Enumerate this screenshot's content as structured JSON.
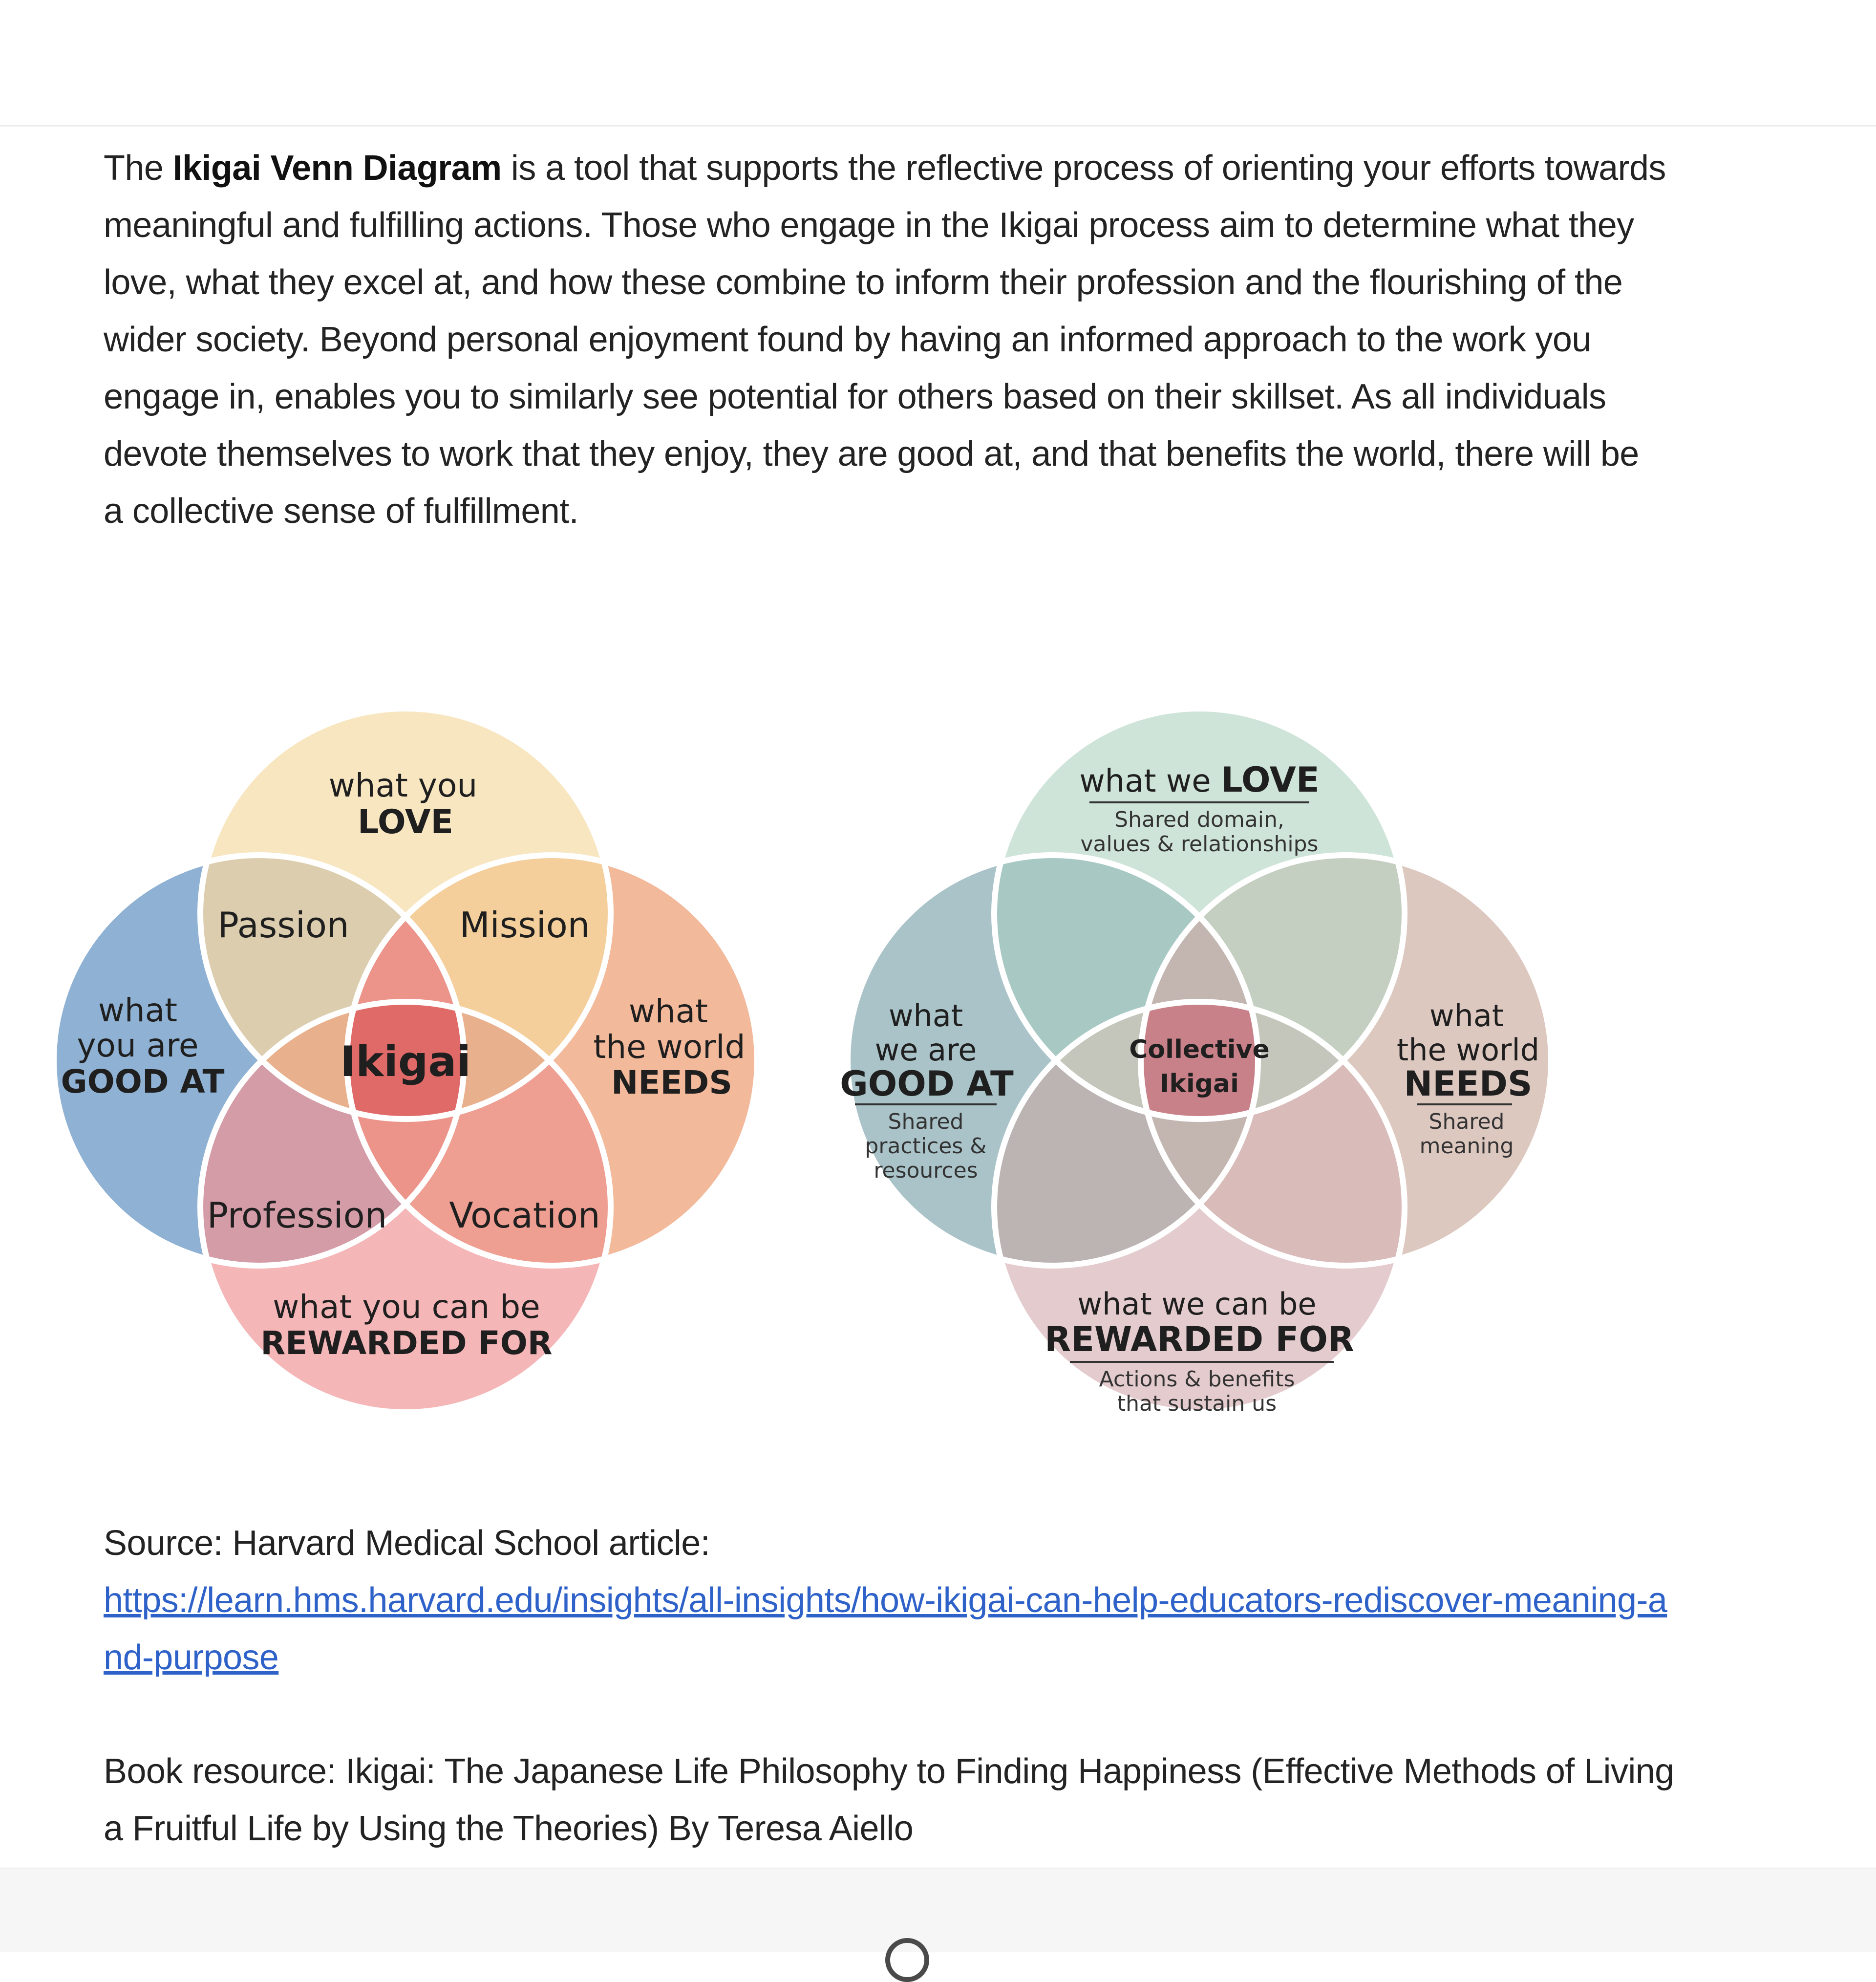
{
  "intro": {
    "lead": "The ",
    "term": "Ikigai Venn Diagram",
    "rest": " is a tool that supports the reflective process of orienting your efforts towards meaningful and fulfilling actions. Those who engage in the Ikigai process aim to determine what they love, what they excel at, and how these combine to inform their profession and the flourishing of the wider society. Beyond personal enjoyment found by having an informed approach to the work you engage in, enables you to similarly see potential for others based on their skillset. As all individuals devote themselves to work that they enjoy, they are good at, and that benefits the world, there will be a collective sense of fulfillment."
  },
  "diagram_left": {
    "top_a": "what you",
    "top_b": "LOVE",
    "left_a": "what",
    "left_b": "you are",
    "left_c": "GOOD AT",
    "right_a": "what",
    "right_b": "the world",
    "right_c": "NEEDS",
    "bottom_a": "what you can be",
    "bottom_b": "REWARDED FOR",
    "passion": "Passion",
    "mission": "Mission",
    "profession": "Profession",
    "vocation": "Vocation",
    "center": "Ikigai",
    "colors": {
      "love": "#f8e6c0",
      "good_at": "#8fb1d3",
      "needs": "#f2b99a",
      "rewarded": "#f5b6b8",
      "center": "#e06a68"
    }
  },
  "diagram_right": {
    "top_a": "what we ",
    "top_b": "LOVE",
    "top_sub_a": "Shared domain,",
    "top_sub_b": "values & relationships",
    "left_a": "what",
    "left_b": "we are",
    "left_c": "GOOD AT",
    "left_sub_a": "Shared",
    "left_sub_b": "practices &",
    "left_sub_c": "resources",
    "right_a": "what",
    "right_b": "the world",
    "right_c": "NEEDS",
    "right_sub_a": "Shared",
    "right_sub_b": "meaning",
    "bottom_a": "what we can be",
    "bottom_b": "REWARDED FOR",
    "bottom_sub_a": "Actions & benefits",
    "bottom_sub_b": "that sustain us",
    "center_a": "Collective",
    "center_b": "Ikigai",
    "colors": {
      "love": "#cfe4d9",
      "good_at": "#a9c3c8",
      "needs": "#ddc8c0",
      "rewarded": "#e4cbce",
      "center": "#c98189"
    }
  },
  "source": {
    "label": "Source: Harvard Medical School article:",
    "url": "https://learn.hms.harvard.edu/insights/all-insights/how-ikigai-can-help-educators-rediscover-meaning-and-purpose"
  },
  "book": {
    "text": "Book resource: Ikigai: The Japanese Life Philosophy to Finding Happiness (Effective Methods of Living a Fruitful Life by Using the Theories) By Teresa Aiello"
  }
}
